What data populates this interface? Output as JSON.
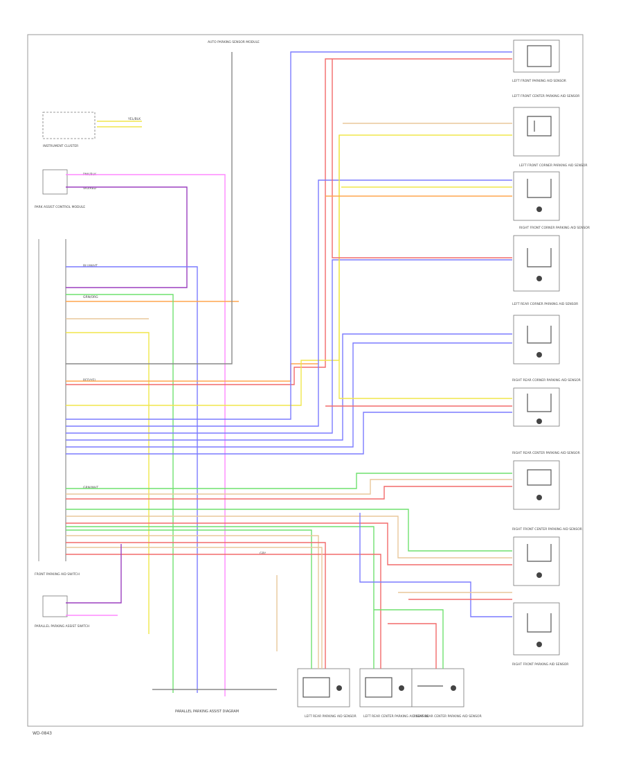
{
  "figure_id": "WD-0843",
  "footer_label": "PARALLEL PARKING ASSIST DIAGRAM",
  "upper_label": "AUTO PARKING SENSOR MODULE",
  "components": {
    "instrument_cluster": "INSTRUMENT CLUSTER",
    "park_module": "PARK ASSIST CONTROL MODULE",
    "assist_switch": "PARALLEL PARKING ASSIST SWITCH",
    "assist_switch_label": "FRONT PARKING AID SWITCH",
    "sensors": [
      {
        "label": "LEFT FRONT PARKING AID SENSOR"
      },
      {
        "label": "LEFT FRONT CENTER PARKING AID SENSOR"
      },
      {
        "label": "LEFT FRONT CORNER PARKING AID SENSOR"
      },
      {
        "label": "RIGHT FRONT CORNER PARKING AID SENSOR"
      },
      {
        "label": "LEFT REAR CORNER PARKING AID SENSOR"
      },
      {
        "label": "RIGHT REAR CORNER PARKING AID SENSOR"
      },
      {
        "label": "RIGHT REAR CENTER PARKING AID SENSOR"
      },
      {
        "label": "RIGHT FRONT CENTER PARKING AID SENSOR"
      },
      {
        "label": "RIGHT FRONT PARKING AID SENSOR"
      }
    ],
    "bottom_boxes": [
      {
        "label": "LEFT REAR PARKING AID SENSOR"
      },
      {
        "label": "LEFT REAR CENTER PARKING AID SENSOR"
      },
      {
        "label": "RIGHT REAR CENTER PARKING AID SENSOR"
      }
    ]
  },
  "wire_labels": {
    "grn_org": "GRN/ORG",
    "yel_blk": "YEL/BLK",
    "red_yel": "RED/YEL",
    "blu_wht": "BLU/WHT",
    "pnk_blk": "PNK/BLK",
    "vio_red": "VIO/RED",
    "grn_wht": "GRN/WHT",
    "gry": "GRY"
  },
  "colors": {
    "red": "#f26a6a",
    "orange": "#ffa64d",
    "yellow": "#f0e64a",
    "green": "#6fe06f",
    "blue": "#7a7aff",
    "purple": "#9b3fbf",
    "pink": "#ff88ff",
    "tan": "#e8c79a",
    "gray": "#888888",
    "frame": "#9a9a9a"
  }
}
